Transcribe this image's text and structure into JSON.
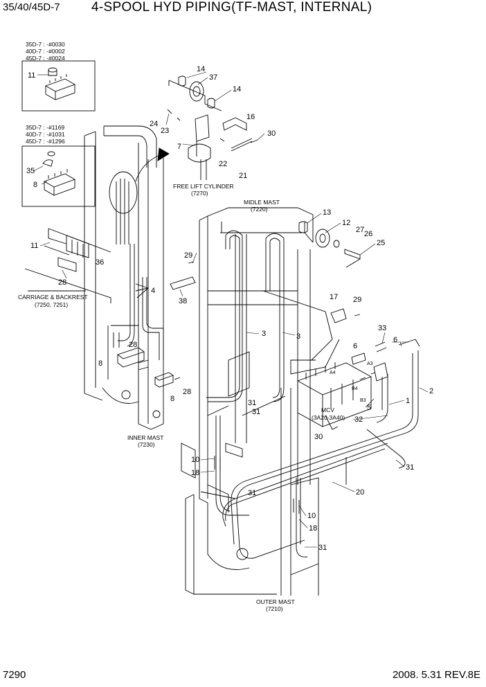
{
  "header": {
    "model": "35/40/45D-7",
    "title": "4-SPOOL HYD PIPING(TF-MAST, INTERNAL)"
  },
  "footer": {
    "page_number": "7290",
    "date_rev": "2008. 5.31  REV.8E"
  },
  "inset_top": {
    "serials": [
      "35D-7 : -#0030",
      "40D-7 : -#0002",
      "45D-7 : -#0024"
    ]
  },
  "inset_mid": {
    "serials": [
      "35D-7 : -#1169",
      "40D-7 : -#1031",
      "45D-7 : -#1296"
    ]
  },
  "labels": {
    "free_lift_cylinder": "FREE LIFT CYLINDER",
    "free_lift_cylinder_code": "(7270)",
    "midle_mast": "MIDLE MAST",
    "midle_mast_code": "(7220)",
    "carriage": "CARRIAGE & BACKREST",
    "carriage_code": "(7250, 7251)",
    "inner_mast": "INNER MAST",
    "inner_mast_code": "(7230)",
    "mcv": "MCV",
    "mcv_code": "(3A20-3A40)",
    "outer_mast": "OUTER MAST",
    "outer_mast_code": "(7210)",
    "port_a4": "A4",
    "port_a3": "A3",
    "port_b4": "B4",
    "port_b3": "B3"
  },
  "callouts": {
    "c11a": "11",
    "c14a": "14",
    "c37": "37",
    "c14b": "14",
    "c24": "24",
    "c23": "23",
    "c16": "16",
    "c30a": "30",
    "c7": "7",
    "c22": "22",
    "c21": "21",
    "c35": "35",
    "c8a": "8",
    "c13": "13",
    "c12": "12",
    "c27": "27",
    "c26": "26",
    "c25": "25",
    "c11b": "11",
    "c36": "36",
    "c28a": "28",
    "c29a": "29",
    "c4": "4",
    "c38": "38",
    "c17": "17",
    "c29b": "29",
    "c3a": "3",
    "c3b": "3",
    "c33": "33",
    "c6a": "6",
    "c6b": "6",
    "c2": "2",
    "c28b": "28",
    "c8b": "8",
    "c28c": "28",
    "c8c": "8",
    "c31a": "31",
    "c31b": "31",
    "c1": "1",
    "c5": "5",
    "c32": "32",
    "c30b": "30",
    "c10a": "10",
    "c18a": "18",
    "c31c": "31",
    "c31d": "31",
    "c20": "20",
    "c10b": "10",
    "c18b": "18",
    "c31e": "31"
  }
}
